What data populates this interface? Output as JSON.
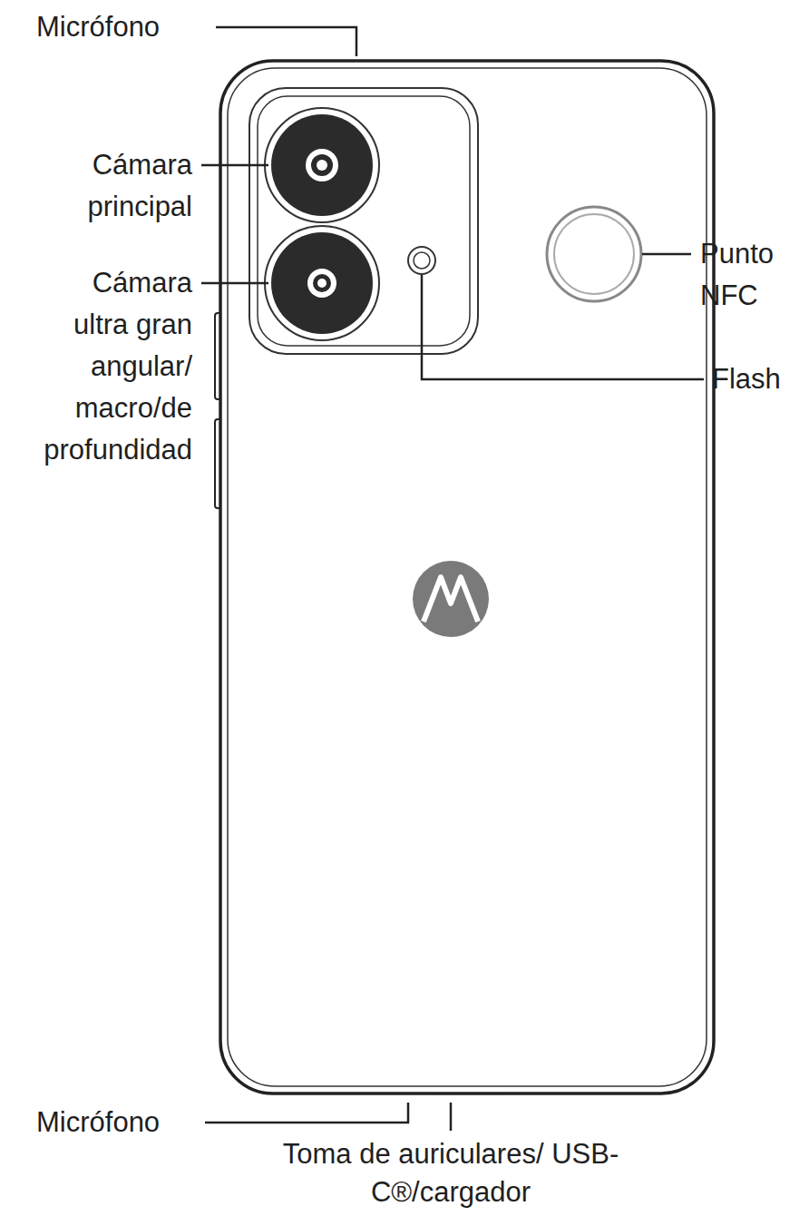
{
  "diagram": {
    "labels": [
      "Micrófono",
      "Cámara principal",
      "Cámara ultra gran angular/ macro/de profundidad",
      "Punto NFC",
      "Flash",
      "Micrófono",
      "Toma de auriculares/ USB-C®/cargador"
    ]
  }
}
